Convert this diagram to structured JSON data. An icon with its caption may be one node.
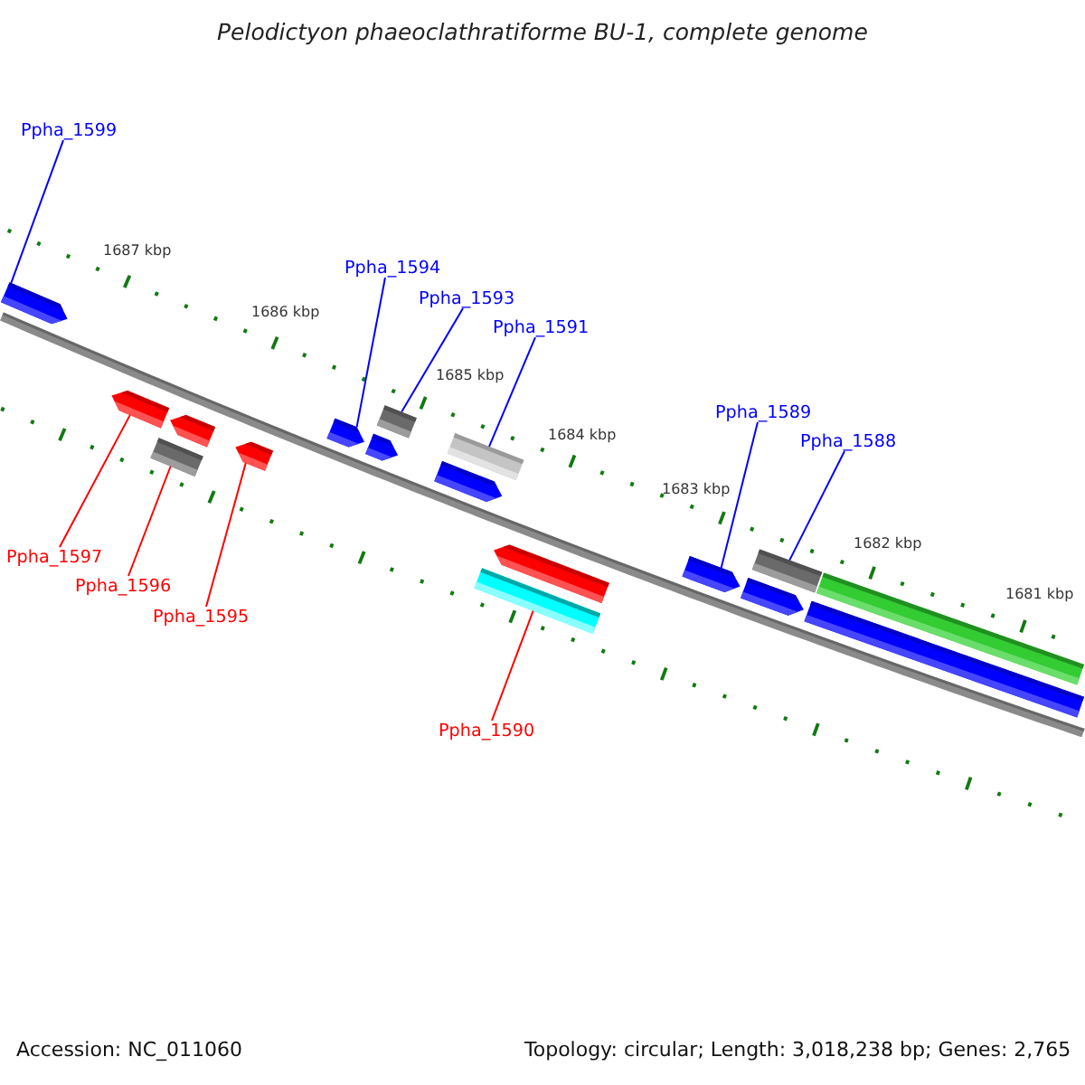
{
  "diagram": {
    "title": "Pelodictyon phaeoclathratiforme BU-1, complete genome",
    "nodes": [
      {
        "text": [
          "Ppha_1599"
        ]
      },
      {
        "text": [
          "Ppha_1594"
        ]
      },
      {
        "text": [
          "Ppha_1593"
        ]
      },
      {
        "text": [
          "Ppha_1591"
        ]
      },
      {
        "text": [
          "Ppha_1589"
        ]
      },
      {
        "text": [
          "Ppha_1588"
        ]
      },
      {
        "text": [
          "Ppha_1597"
        ]
      },
      {
        "text": [
          "Ppha_1596"
        ]
      },
      {
        "text": [
          "Ppha_1595"
        ]
      },
      {
        "text": [
          "Ppha_1590"
        ]
      },
      {
        "text": [],
        "shape": "arrow"
      },
      {
        "text": [],
        "shape": "arrow"
      },
      {
        "text": [],
        "shape": "arrow"
      },
      {
        "text": [],
        "shape": "bar"
      },
      {
        "text": [],
        "shape": "arrow"
      },
      {
        "text": [],
        "shape": "arrow"
      },
      {
        "text": [],
        "shape": "arrow"
      },
      {
        "text": [],
        "shape": "bar"
      },
      {
        "text": [],
        "shape": "arrow"
      },
      {
        "text": [],
        "shape": "bar"
      },
      {
        "text": [],
        "shape": "arrow"
      },
      {
        "text": [],
        "shape": "bar"
      },
      {
        "text": [],
        "shape": "arrow"
      },
      {
        "text": [],
        "shape": "arrow"
      },
      {
        "text": [],
        "shape": "bar"
      },
      {
        "text": [],
        "shape": "bar"
      },
      {
        "text": [],
        "shape": "bar"
      }
    ],
    "edges": [
      {
        "from": 0,
        "to": 10,
        "arrow": "none"
      },
      {
        "from": 1,
        "to": 15,
        "arrow": "none"
      },
      {
        "from": 2,
        "to": 17,
        "arrow": "none"
      },
      {
        "from": 3,
        "to": 19,
        "arrow": "none"
      },
      {
        "from": 4,
        "to": 22,
        "arrow": "none"
      },
      {
        "from": 5,
        "to": 24,
        "arrow": "none"
      },
      {
        "from": 6,
        "to": 11,
        "arrow": "none",
        "color": "#ff0000"
      },
      {
        "from": 7,
        "to": 13,
        "arrow": "none",
        "color": "#ff0000"
      },
      {
        "from": 8,
        "to": 14,
        "arrow": "none",
        "color": "#ff0000"
      },
      {
        "from": 9,
        "to": 21,
        "arrow": "none",
        "color": "#ff0000"
      }
    ],
    "labels": [
      "1687 kbp",
      "1686 kbp",
      "1685 kbp",
      "1684 kbp",
      "1683 kbp",
      "1682 kbp",
      "1681 kbp",
      "Accession: NC_011060",
      "Topology: circular; Length: 3,018,238 bp; Genes: 2,765"
    ]
  }
}
